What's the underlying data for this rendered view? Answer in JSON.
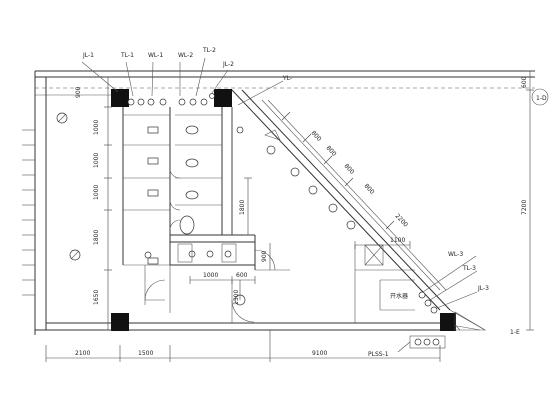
{
  "pipe_labels": {
    "jl1": "JL-1",
    "tl1": "TL-1",
    "wl1": "WL-1",
    "wl2": "WL-2",
    "tl2": "TL-2",
    "jl2": "JL-2",
    "yl": "YL-",
    "wl3": "WL-3",
    "tl3": "TL-3",
    "jl3": "JL-3",
    "plss1": "PLSS-1"
  },
  "dimensions": {
    "left_900": "900",
    "left_1000a": "1000",
    "left_1000b": "1000",
    "left_1000c": "1000",
    "left_1800": "1800",
    "left_1650": "1650",
    "mid_1800": "1800",
    "mid_1000": "1000",
    "mid_600": "600",
    "mid_900": "900",
    "mid_1300": "1300",
    "diag_800a": "800",
    "diag_800b": "800",
    "diag_800c": "800",
    "diag_800d": "800",
    "diag_2200": "2200",
    "h_1100": "1100",
    "right_600": "600",
    "right_7200": "7200",
    "bot_2100": "2100",
    "bot_1500": "1500",
    "bot_9100": "9100"
  },
  "room_label": "开水器",
  "axis_marker": "1-D",
  "side_mark": "1-E"
}
